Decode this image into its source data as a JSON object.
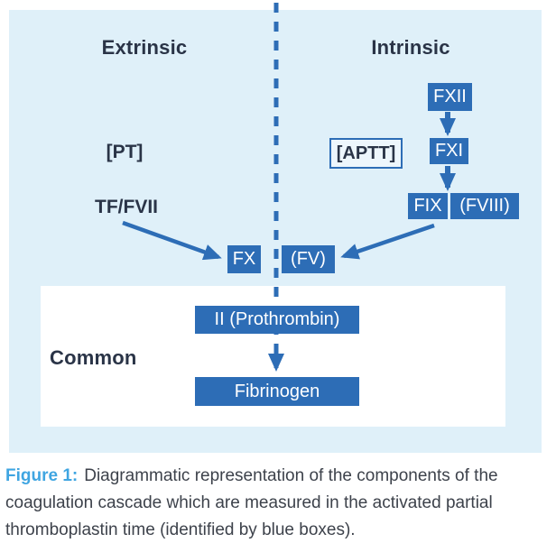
{
  "diagram": {
    "headers": {
      "extrinsic": "Extrinsic",
      "intrinsic": "Intrinsic",
      "common": "Common"
    },
    "tests": {
      "pt": "[PT]",
      "aptt": "[APTT]"
    },
    "labels": {
      "tf_fvii": "TF/FVII"
    },
    "factors": {
      "fxii": "FXII",
      "fxi": "FXI",
      "fix": "FIX",
      "fviii": "(FVIII)",
      "fx": "FX",
      "fv": "(FV)",
      "prothrombin": "II (Prothrombin)",
      "fibrinogen": "Fibrinogen"
    },
    "colors": {
      "panel_background": "#dff0f9",
      "factor_box_blue": "#2d6db6",
      "arrow_blue": "#2d6db6",
      "heading_navy": "#2a3447",
      "box_text_white": "#ffffff"
    }
  },
  "caption": {
    "prefix": "Figure 1:",
    "line1": "Diagrammatic representation of the components of the",
    "line2": "coagulation cascade which are measured in the activated partial",
    "line3": "thromboplastin time (identified by blue boxes).",
    "prefix_color": "#3fa5e1",
    "text_color": "#3d424b"
  }
}
